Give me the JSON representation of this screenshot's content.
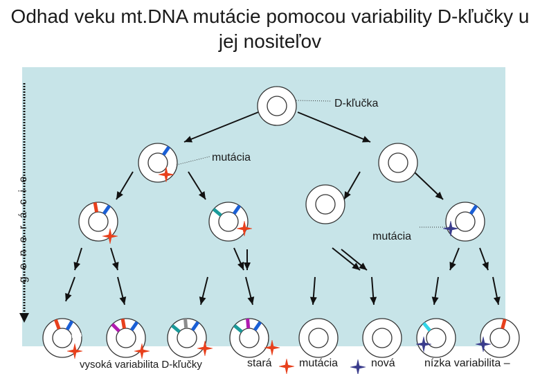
{
  "title": "Odhad veku mt.DNA mutácie pomocou variability D-kľučky u jej nositeľov",
  "axis_label": "g e n e r á c i e",
  "labels": {
    "d_loop": "D-kľučka",
    "mutation_1": "mutácia",
    "mutation_2": "mutácia",
    "high_variability": "vysoká variabilita D-kľučky",
    "legend_old": "stará",
    "legend_mutation": "mutácia",
    "legend_new": "nová",
    "low_variability": "nízka variabilita –"
  },
  "colors": {
    "background_panel": "#c7e4e8",
    "old_mutation": "#e8401c",
    "new_mutation": "#3a3c8c",
    "variant_blue": "#1a5fd6",
    "variant_red": "#e8401c",
    "variant_teal": "#1a9a9a",
    "variant_magenta": "#b01ab0",
    "variant_gray": "#8c8c8c",
    "variant_cyan": "#33d6e8",
    "variant_white": "#ffffff"
  },
  "icons": {
    "old_mutation": "orange-four-point-star",
    "new_mutation": "navy-four-point-star",
    "mtdna": "double-circle-mtdna-icon"
  }
}
